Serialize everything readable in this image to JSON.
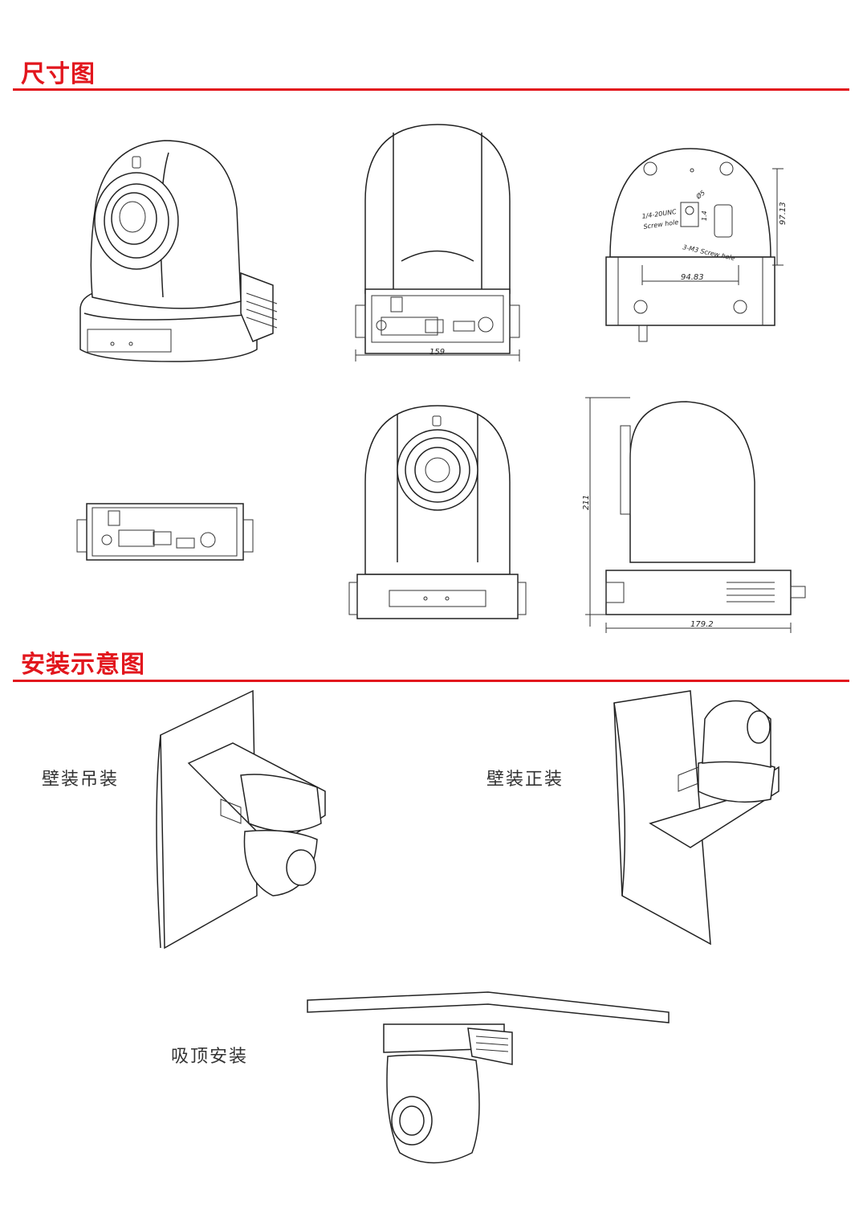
{
  "sections": {
    "dimensions_title": "尺寸图",
    "install_title": "安装示意图"
  },
  "dimensions": {
    "rear_width": "159",
    "height": "211",
    "depth": "179.2",
    "bottom_height": "97.13",
    "bottom_spacing": "94.83",
    "screw_tripod": "1/4-20UNC",
    "screw_hole": "Screw hole",
    "screw_m3": "3-M3",
    "diameter": "Ø5",
    "depth_small": "1.4"
  },
  "install": {
    "wall_inverted": "壁装吊装",
    "wall_upright": "壁装正装",
    "ceiling": "吸顶安装"
  },
  "colors": {
    "accent": "#e2161d"
  }
}
